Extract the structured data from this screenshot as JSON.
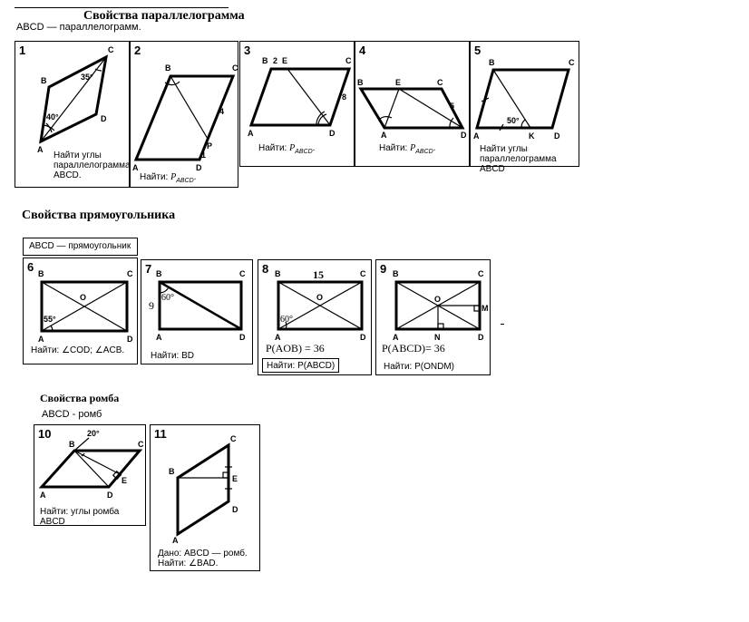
{
  "section1": {
    "title": "Свойства  параллелограмма",
    "given": "ABCD  —  параллелограмм.",
    "problems": [
      {
        "num": "1",
        "labels": [
          "A",
          "B",
          "C",
          "D"
        ],
        "angle1": "40°",
        "angle2": "35°",
        "caption": "Найти углы параллелограмма ABCD."
      },
      {
        "num": "2",
        "labels": [
          "A",
          "B",
          "C",
          "D",
          "P"
        ],
        "side1": "4",
        "side2": "1",
        "caption_prefix": "Найти:",
        "caption_formula": "P",
        "caption_sub": "ABCD"
      },
      {
        "num": "3",
        "labels": [
          "A",
          "B",
          "E",
          "C",
          "D"
        ],
        "side1": "2",
        "side2": "8",
        "caption_prefix": "Найти:",
        "caption_formula": "P",
        "caption_sub": "ABCD"
      },
      {
        "num": "4",
        "labels": [
          "A",
          "B",
          "E",
          "C",
          "D"
        ],
        "side1": "5",
        "caption_prefix": "Найти:",
        "caption_formula": "P",
        "caption_sub": "ABCD"
      },
      {
        "num": "5",
        "labels": [
          "A",
          "B",
          "C",
          "D",
          "K"
        ],
        "angle1": "50°",
        "caption": "Найти углы параллелограмма ABCD"
      }
    ]
  },
  "section2": {
    "title": "Свойства прямоугольника",
    "given": "ABCD  —  прямоугольник",
    "problems": [
      {
        "num": "6",
        "labels": [
          "A",
          "B",
          "C",
          "D",
          "O"
        ],
        "angle1": "55°",
        "caption": "Найти: ∠COD; ∠ACB."
      },
      {
        "num": "7",
        "labels": [
          "A",
          "B",
          "C",
          "D"
        ],
        "side1": "9",
        "angle1": "60°",
        "caption": "Найти: BD"
      },
      {
        "num": "8",
        "labels": [
          "A",
          "B",
          "C",
          "D",
          "O"
        ],
        "side1": "15",
        "angle1": "60°",
        "given": "P(AOB) = 36",
        "caption": "Найти: P(ABCD)"
      },
      {
        "num": "9",
        "labels": [
          "A",
          "B",
          "C",
          "D",
          "O",
          "M",
          "N"
        ],
        "given": "P(ABCD)= 36",
        "caption": "Найти: P(ONDM)"
      }
    ]
  },
  "section3": {
    "title": "Свойства ромба",
    "given": "ABCD - ромб",
    "problems": [
      {
        "num": "10",
        "labels": [
          "A",
          "B",
          "C",
          "D",
          "E"
        ],
        "angle1": "20°",
        "caption": "Найти: углы ромба ABCD"
      },
      {
        "num": "11",
        "labels": [
          "A",
          "B",
          "C",
          "D",
          "E"
        ],
        "caption1": "Дано: ABCD — ромб.",
        "caption2": "Найти: ∠BAD."
      }
    ]
  }
}
